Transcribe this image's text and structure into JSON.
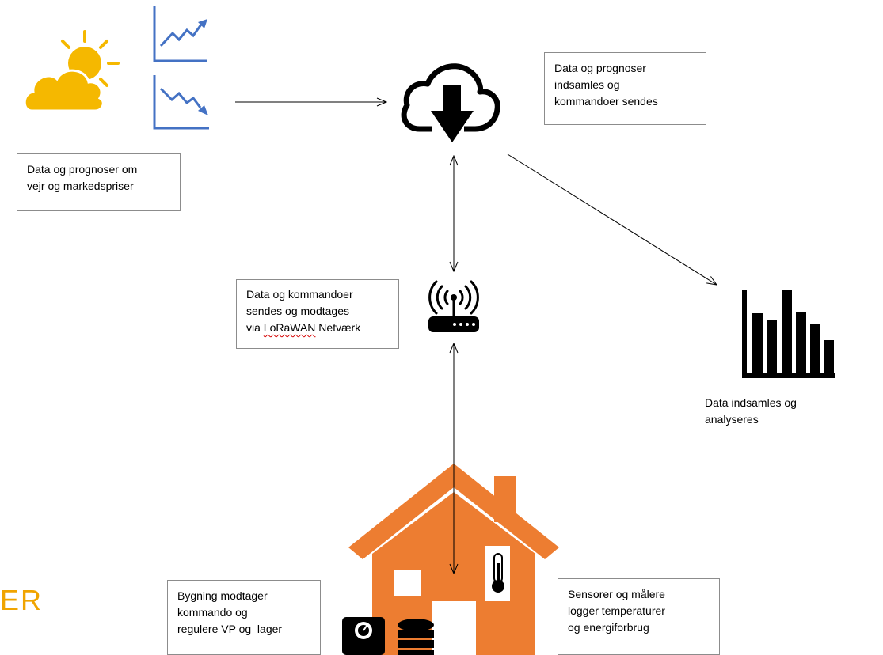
{
  "boxes": {
    "weather_market": {
      "lines": [
        "Data og prognoser om",
        "vejr og markedspriser"
      ]
    },
    "cloud": {
      "lines": [
        "Data og prognoser",
        "indsamles og",
        "kommandoer sendes"
      ]
    },
    "lorawan": {
      "line1": "Data og kommandoer",
      "line2": "sendes og modtages",
      "line3_pre": "via ",
      "line3_net": "LoRaWAN",
      "line3_post": " Netværk"
    },
    "analysis": {
      "lines": [
        "Data indsamles og",
        "analyseres"
      ]
    },
    "building": {
      "lines": [
        "Bygning modtager",
        "kommando og",
        "regulere VP og  lager"
      ]
    },
    "sensors": {
      "lines": [
        "Sensorer og målere",
        "logger temperaturer",
        "og energiforbrug"
      ]
    }
  },
  "logo_fragment": "ER",
  "colors": {
    "sun": "#f5b800",
    "cloud": "#f5b800",
    "chart_blue": "#4472c4",
    "house": "#ed7d31",
    "icon": "#000000",
    "box_border": "#8c8c8c"
  },
  "icons": [
    "sun-cloud-icon",
    "trend-up-icon",
    "trend-down-icon",
    "cloud-download-icon",
    "router-icon",
    "bar-chart-icon",
    "house-icon",
    "thermometer-icon",
    "scale-icon",
    "database-icon"
  ]
}
